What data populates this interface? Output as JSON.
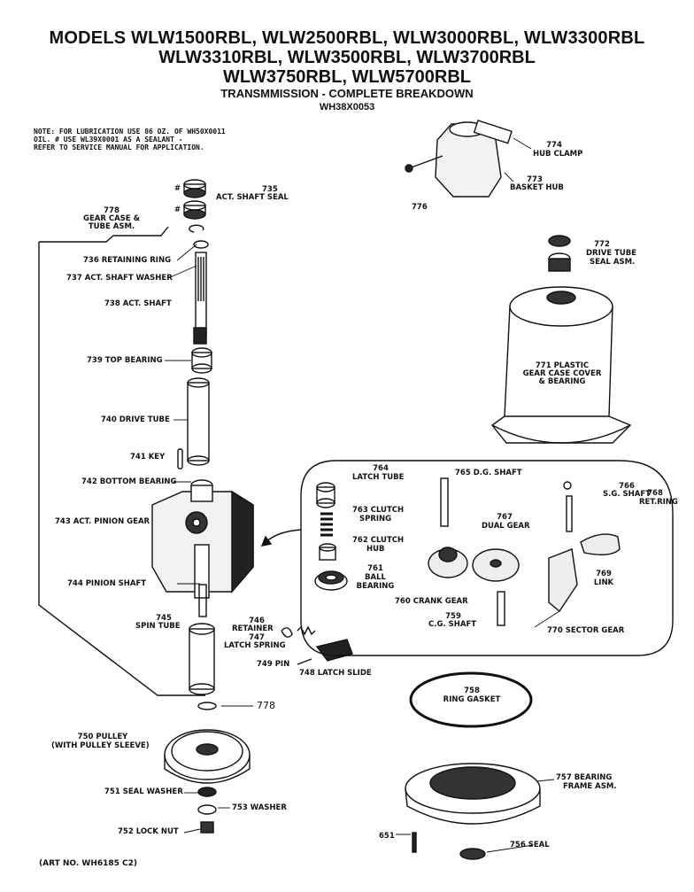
{
  "header": {
    "line1": "MODELS WLW1500RBL, WLW2500RBL, WLW3000RBL, WLW3300RBL",
    "line2": "WLW3310RBL, WLW3500RBL, WLW3700RBL",
    "line3": "WLW3750RBL, WLW5700RBL",
    "subtitle": "TRANSMMISSION - COMPLETE BREAKDOWN",
    "part_number": "WH38X0053"
  },
  "note": {
    "line1": "NOTE: FOR LUBRICATION USE 86 OZ. OF WH50X0011",
    "line2": "OIL. # USE WL39X0001 AS A SEALANT -",
    "line3": "REFER TO SERVICE MANUAL FOR APPLICATION."
  },
  "labels": {
    "p735": "735",
    "p735_name": "ACT. SHAFT SEAL",
    "hash1": "#",
    "hash2": "#",
    "p778_top": "778",
    "p778_top_name1": "GEAR CASE &",
    "p778_top_name2": "TUBE ASM.",
    "p736": "736 RETAINING RING",
    "p737": "737 ACT. SHAFT WASHER",
    "p738": "738 ACT. SHAFT",
    "p739": "739 TOP BEARING",
    "p740": "740 DRIVE TUBE",
    "p741": "741 KEY",
    "p742": "742 BOTTOM BEARING",
    "p743": "743 ACT. PINION GEAR",
    "p744": "744 PINION SHAFT",
    "p745": "745",
    "p745_name": "SPIN TUBE",
    "p746": "746",
    "p746_name": "RETAINER",
    "p747": "747",
    "p747_name": "LATCH SPRING",
    "p749": "749 PIN",
    "p748": "748 LATCH SLIDE",
    "p778_bottom": "778",
    "p750": "750 PULLEY",
    "p750_sub": "(WITH PULLEY SLEEVE)",
    "p751": "751 SEAL WASHER",
    "p753": "753 WASHER",
    "p752": "752 LOCK NUT",
    "p774": "774",
    "p774_name": "HUB CLAMP",
    "p773": "773",
    "p773_name": "BASKET HUB",
    "p776": "776",
    "p772": "772",
    "p772_name1": "DRIVE TUBE",
    "p772_name2": "SEAL ASM.",
    "p771": "771 PLASTIC",
    "p771_name1": "GEAR CASE COVER",
    "p771_name2": "& BEARING",
    "p764": "764",
    "p764_name": "LATCH TUBE",
    "p765": "765 D.G. SHAFT",
    "p766": "766",
    "p766_name": "S.G. SHAFT",
    "p768": "768",
    "p768_name": "RET.RING",
    "p763": "763 CLUTCH",
    "p763_name": "SPRING",
    "p767": "767",
    "p767_name": "DUAL GEAR",
    "p762": "762 CLUTCH",
    "p762_name": "HUB",
    "p761": "761",
    "p761_name1": "BALL",
    "p761_name2": "BEARING",
    "p769": "769",
    "p769_name": "LINK",
    "p760": "760 CRANK GEAR",
    "p759": "759",
    "p759_name": "C.G. SHAFT",
    "p770": "770 SECTOR GEAR",
    "p758": "758",
    "p758_name": "RING GASKET",
    "p757": "757 BEARING",
    "p757_name": "FRAME ASM.",
    "p651": "651",
    "p756": "756 SEAL"
  },
  "footer": {
    "art_no": "(ART NO. WH6185 C2)"
  }
}
